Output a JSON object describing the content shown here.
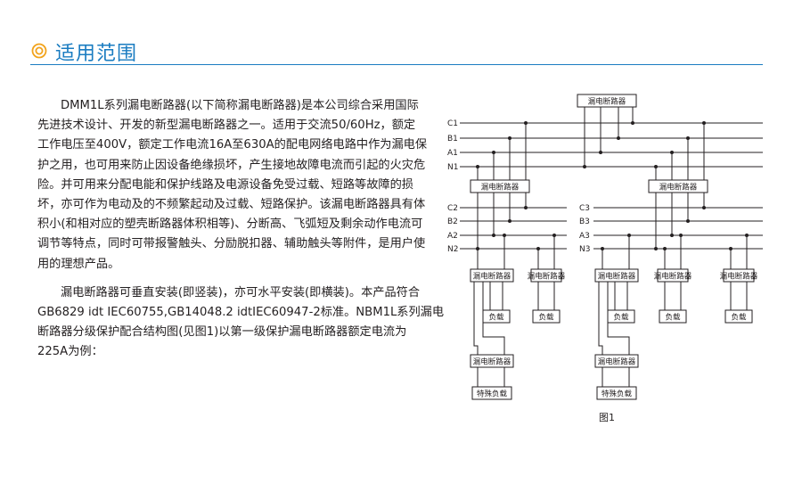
{
  "section": {
    "title": "适用范围",
    "bullet_icon": "double-circle-icon",
    "accent_color": "#1a7cc1"
  },
  "body": {
    "para1_lines": [
      "DMM1L系列漏电断路器(以下简称漏电断路器)是本公司综合采用国际",
      "先进技术设计、开发的新型漏电断路器之一。适用于交流50/60Hz，额定",
      "工作电压至400V，额定工作电流16A至630A的配电网络电路中作为漏电保",
      "护之用，也可用来防止因设备绝缘损坏，产生接地故障电流而引起的火灾危",
      "险。并可用来分配电能和保护线路及电源设备免受过载、短路等故障的损",
      "坏，亦可作为电动及的不频繁起动及过载、短路保护。该漏电断路器具有体",
      "积小(和相对应的塑壳断路器体积相等)、分断高、飞弧短及剩余动作电流可",
      "调节等特点，同时可带报警触头、分励脱扣器、辅助触头等附件，是用户使",
      "用的理想产品。"
    ],
    "para2_lines": [
      "漏电断路器可垂直安装(即竖装)，亦可水平安装(即横装)。本产品符合",
      "GB6829 idt IEC60755,GB14048.2 idtIEC60947-2标准。NBM1L系列漏电",
      "断路器分级保护配合结构图(见图1)以第一级保护漏电断路器额定电流为",
      "225A为例："
    ]
  },
  "diagram": {
    "breaker_label": "漏电断路器",
    "load_label": "负载",
    "special_load_label": "特殊负载",
    "top_bus": [
      "C1",
      "B1",
      "A1",
      "N1"
    ],
    "left_bus": [
      "C2",
      "B2",
      "A2",
      "N2"
    ],
    "right_bus": [
      "C3",
      "B3",
      "A3",
      "N3"
    ],
    "caption": "图1"
  }
}
